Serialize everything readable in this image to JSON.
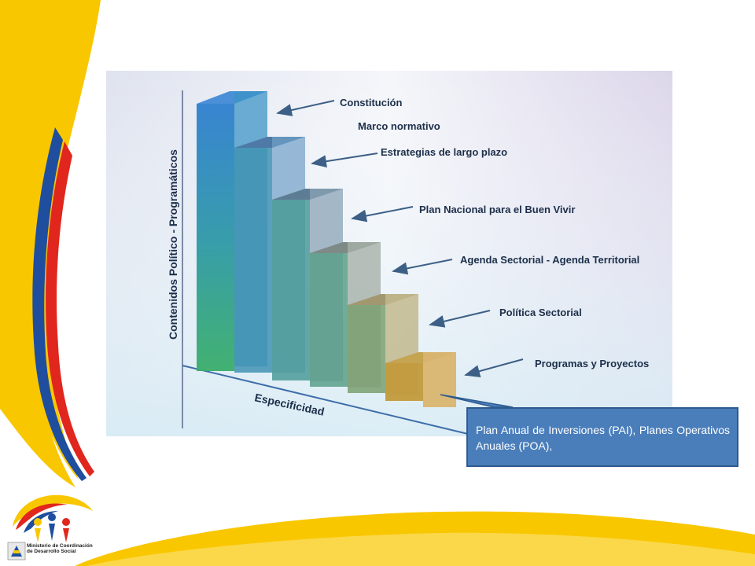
{
  "diagram": {
    "y_axis_label": "Contenidos Político - Programáticos",
    "x_axis_label": "Especificidad",
    "levels": [
      {
        "label": "Constitución"
      },
      {
        "label": "Marco normativo"
      },
      {
        "label": "Estrategias de largo plazo"
      },
      {
        "label": "Plan Nacional para el Buen Vivir"
      },
      {
        "label": "Agenda Sectorial - Agenda Territorial"
      },
      {
        "label": "Política Sectorial"
      },
      {
        "label": "Programas y Proyectos"
      }
    ]
  },
  "callout": {
    "text": "Plan Anual de Inversiones (PAI),  Planes Operativos Anuales (POA),"
  },
  "logo": {
    "line1": "Ministerio de Coordinación",
    "line2": "de Desarrollo Social"
  },
  "colors": {
    "slide_yellow": "#f9c700",
    "flag_blue": "#1f4e9e",
    "flag_red": "#e0261d",
    "callout_fill": "#4a7ebb"
  }
}
